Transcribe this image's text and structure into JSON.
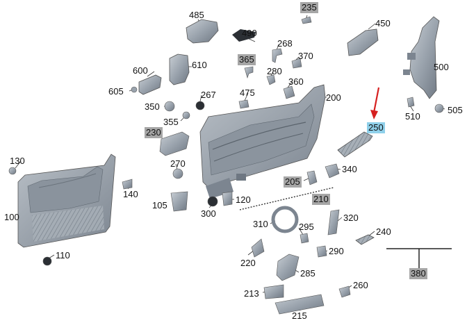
{
  "diagram": {
    "part_labels": {
      "p485": "485",
      "p235": "235",
      "p490": "490",
      "p450": "450",
      "p268": "268",
      "p370": "370",
      "p365": "365",
      "p600": "600",
      "p610": "610",
      "p280": "280",
      "p605": "605",
      "p360": "360",
      "p500": "500",
      "p475": "475",
      "p350": "350",
      "p267": "267",
      "p200": "200",
      "p510": "510",
      "p505": "505",
      "p355": "355",
      "p230": "230",
      "p250": "250",
      "p130": "130",
      "p270": "270",
      "p340": "340",
      "p140": "140",
      "p205": "205",
      "p210": "210",
      "p105": "105",
      "p120": "120",
      "p100": "100",
      "p300": "300",
      "p310": "310",
      "p295": "295",
      "p320": "320",
      "p240": "240",
      "p110": "110",
      "p220": "220",
      "p290": "290",
      "p380": "380",
      "p285": "285",
      "p213": "213",
      "p260": "260",
      "p215": "215"
    },
    "colors": {
      "part_fill": "#9aa3ad",
      "part_dark": "#6e7782",
      "part_light": "#c3c9cf",
      "highlight_grey": "#a6a6a6",
      "highlight_blue": "#8fd0ea",
      "arrow": "#d62020"
    }
  }
}
